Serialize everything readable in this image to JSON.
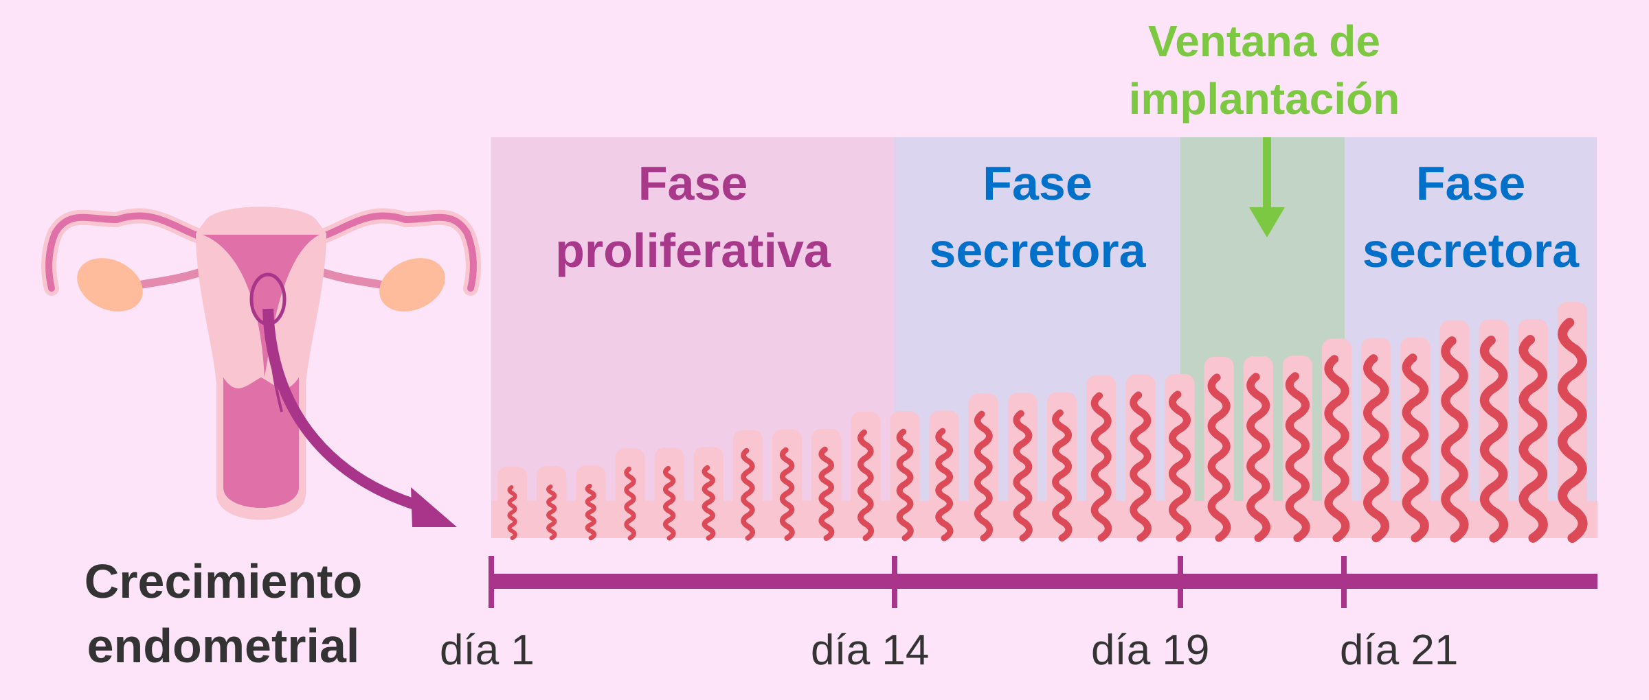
{
  "colors": {
    "background": "#fde4f8",
    "proliferative_bg": "#f2cde8",
    "secretory_bg": "#dcd5f0",
    "window_bg": "#c1d4c5",
    "proliferative_text": "#a8388a",
    "secretory_text": "#0070c8",
    "window_text": "#7dc842",
    "timeline": "#a8358a",
    "tissue": "#f8c5d0",
    "vessel": "#dc4a58"
  },
  "window_label": {
    "line1": "Ventana de",
    "line2": "implantación"
  },
  "phases": [
    {
      "line1": "Fase",
      "line2": "proliferativa"
    },
    {
      "line1": "Fase",
      "line2": "secretora"
    },
    {
      "line1": "Fase",
      "line2": "secretora"
    }
  ],
  "caption": {
    "line1": "Crecimiento",
    "line2": "endometrial"
  },
  "timeline": {
    "days": [
      "día 1",
      "día 14",
      "día 19",
      "día 21"
    ]
  }
}
